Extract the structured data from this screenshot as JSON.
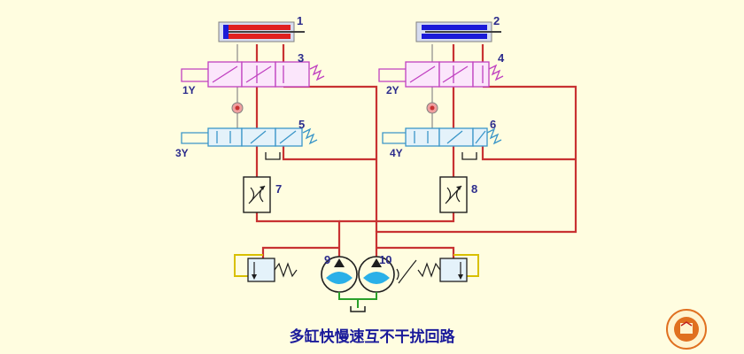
{
  "caption": "多缸快慢速互不干扰回路",
  "labels": {
    "cyl1": "1",
    "cyl2": "2",
    "valve3": "3",
    "valve4": "4",
    "valve5": "5",
    "valve6": "6",
    "throttle7": "7",
    "throttle8": "8",
    "pump9": "9",
    "pump10": "10"
  },
  "coils": {
    "y1": "1Y",
    "y2": "2Y",
    "y3": "3Y",
    "y4": "4Y"
  },
  "colors": {
    "background": "#fffde0",
    "pressure_line": "#c83232",
    "return_line": "#1e1e1e",
    "drain_line": "#2aa02a",
    "cylinder1": "#e02020",
    "cylinder2": "#1a1ad8",
    "solenoid_valve_upper": "#c040c0",
    "solenoid_valve_lower": "#3a96c8",
    "relief_valve": "#d8c000",
    "pump_fluid": "#2ab0e8",
    "label": "#2c2c8c"
  }
}
